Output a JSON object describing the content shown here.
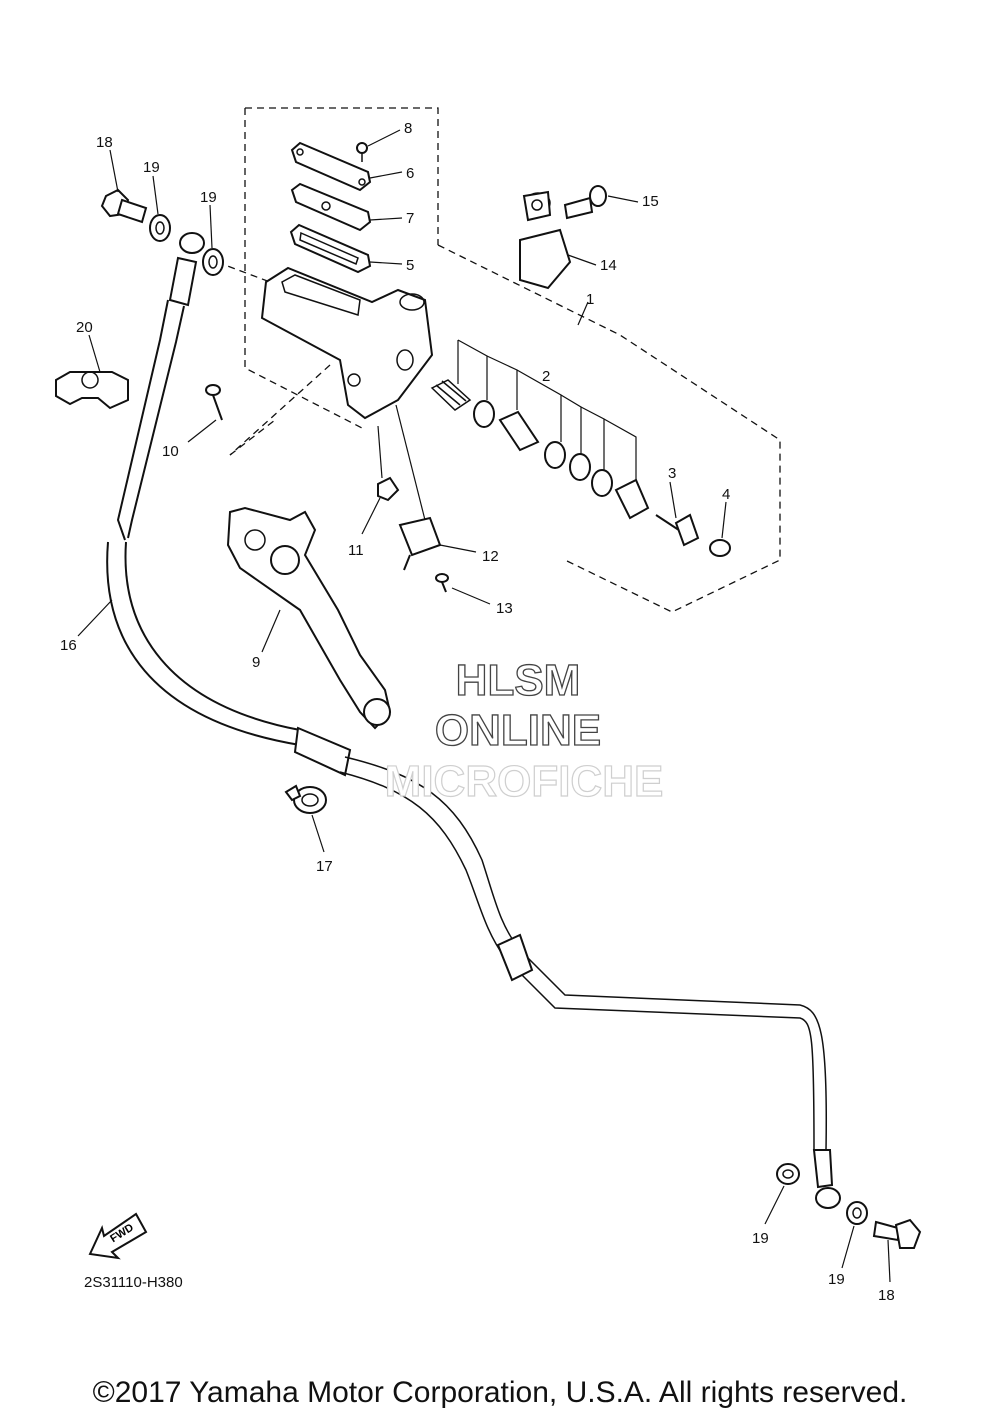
{
  "callouts": [
    {
      "id": "c18a",
      "text": "18"
    },
    {
      "id": "c19a",
      "text": "19"
    },
    {
      "id": "c19b",
      "text": "19"
    },
    {
      "id": "c20",
      "text": "20"
    },
    {
      "id": "c8",
      "text": "8"
    },
    {
      "id": "c6",
      "text": "6"
    },
    {
      "id": "c7",
      "text": "7"
    },
    {
      "id": "c5",
      "text": "5"
    },
    {
      "id": "c15",
      "text": "15"
    },
    {
      "id": "c14",
      "text": "14"
    },
    {
      "id": "c1",
      "text": "1"
    },
    {
      "id": "c2",
      "text": "2"
    },
    {
      "id": "c3",
      "text": "3"
    },
    {
      "id": "c4",
      "text": "4"
    },
    {
      "id": "c10",
      "text": "10"
    },
    {
      "id": "c11",
      "text": "11"
    },
    {
      "id": "c12",
      "text": "12"
    },
    {
      "id": "c13",
      "text": "13"
    },
    {
      "id": "c9",
      "text": "9"
    },
    {
      "id": "c16",
      "text": "16"
    },
    {
      "id": "c17",
      "text": "17"
    },
    {
      "id": "c19c",
      "text": "19"
    },
    {
      "id": "c19d",
      "text": "19"
    },
    {
      "id": "c18b",
      "text": "18"
    }
  ],
  "watermark": {
    "line1": "HLSM",
    "line2": "ONLINE",
    "line3": "MICROFICHE"
  },
  "fwd_label": "FWD",
  "diagram_code": "2S31110-H380",
  "copyright": "©2017 Yamaha Motor Corporation, U.S.A. All rights reserved."
}
